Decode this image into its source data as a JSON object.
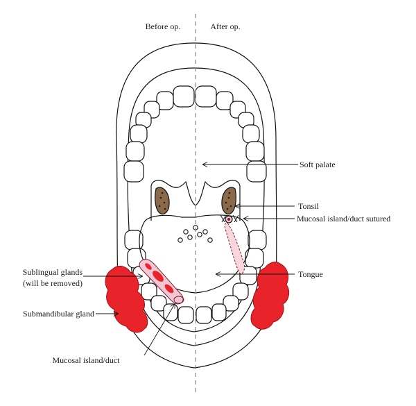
{
  "header": {
    "before": "Before op.",
    "after": "After op."
  },
  "labels": {
    "soft_palate": "Soft palate",
    "tonsil": "Tonsil",
    "mucosal_sutured": "Mucosal island/duct sutured",
    "tongue": "Tongue",
    "sublingual_line1": "Sublingual glands",
    "sublingual_line2": "(will be removed)",
    "submandibular": "Submandibular gland",
    "mucosal_island": "Mucosal island/duct"
  },
  "colors": {
    "gland": "#e8232a",
    "duct": "#f2c6d2",
    "tonsil": "#8a6a4a",
    "outline": "#111111",
    "midline": "#888888"
  }
}
